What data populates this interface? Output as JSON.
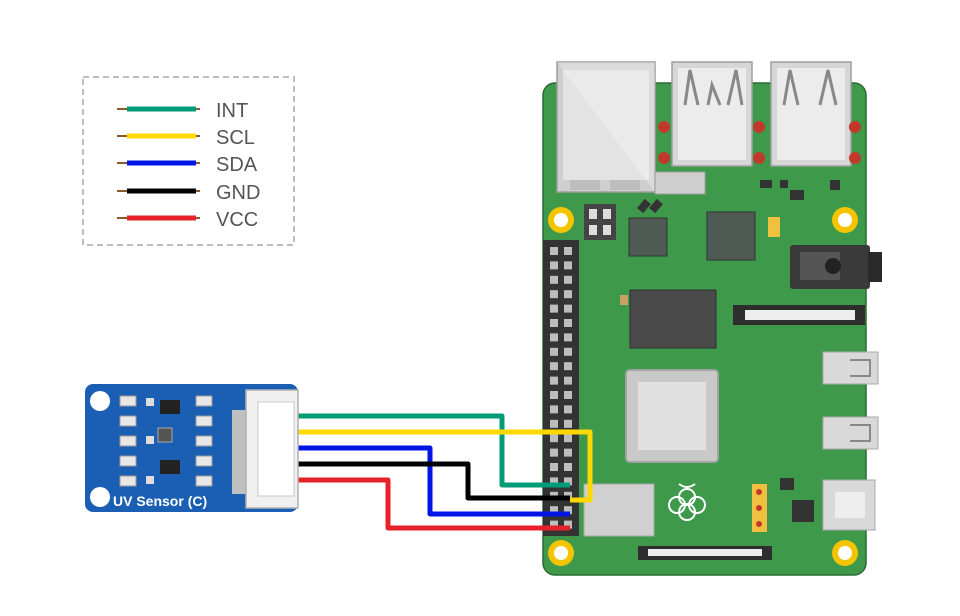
{
  "legend": {
    "items": [
      {
        "label": "INT",
        "color": "#009b77"
      },
      {
        "label": "SCL",
        "color": "#ffd800"
      },
      {
        "label": "SDA",
        "color": "#0014e6"
      },
      {
        "label": "GND",
        "color": "#000000"
      },
      {
        "label": "VCC",
        "color": "#e8202a"
      }
    ]
  },
  "sensor": {
    "label": "UV Sensor (C)",
    "pcb_color": "#1a5fb4"
  },
  "raspberry_pi": {
    "pcb_color": "#3e9a4a"
  }
}
